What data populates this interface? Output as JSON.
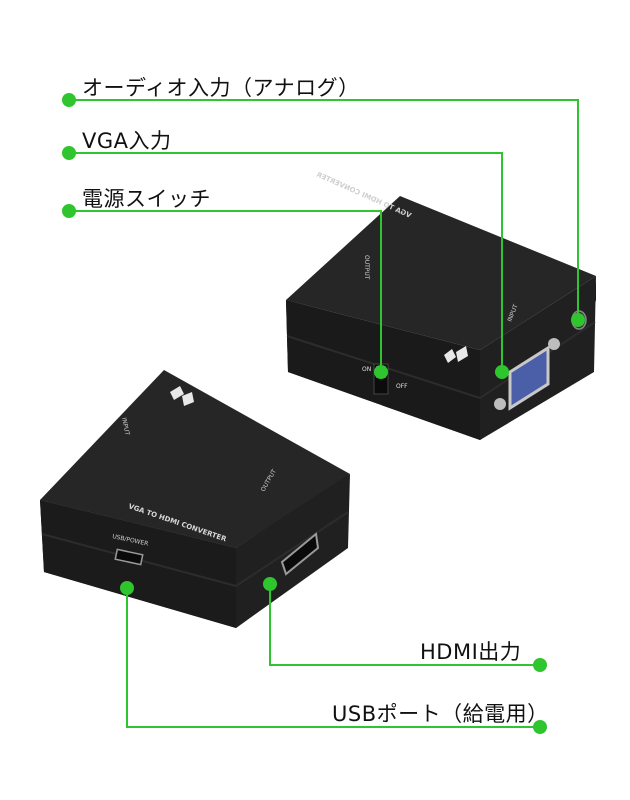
{
  "callouts": {
    "audio_in": "オーディオ入力（アナログ）",
    "vga_in": "VGA入力",
    "power_switch": "電源スイッチ",
    "hdmi_out": "HDMI出力",
    "usb_port": "USBポート（給電用）"
  },
  "device_markings": {
    "top_title": "VGA TO HDMI CONVERTER",
    "output": "OUTPUT",
    "input": "INPUT",
    "usb_power": "USB/POWER",
    "on": "ON",
    "off": "OFF"
  },
  "colors": {
    "leader_line": "#2ec52e",
    "device_body": "#1b1b1b",
    "device_top": "#262626"
  }
}
